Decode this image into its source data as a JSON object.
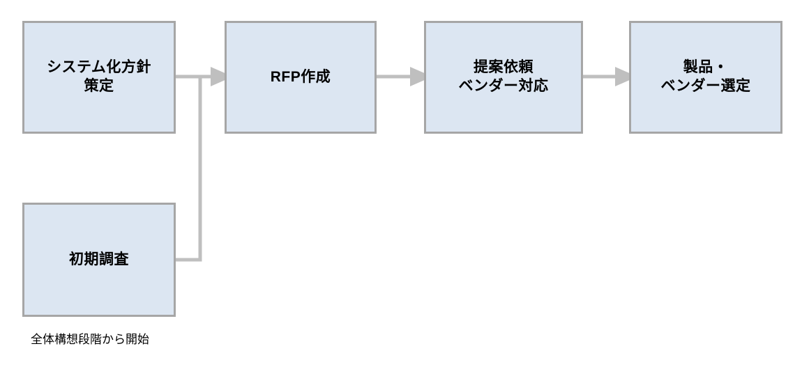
{
  "diagram": {
    "type": "flowchart",
    "title": "",
    "colors": {
      "node_fill": "#dce6f2",
      "node_border": "#a6a6a6",
      "connector": "#bfbfbf",
      "text": "#000000",
      "background": "#ffffff"
    },
    "nodes": [
      {
        "id": "policy",
        "label": "システム化方針\n策定",
        "lines": [
          "システム化方針",
          "策定"
        ]
      },
      {
        "id": "rfp",
        "label": "RFP作成",
        "lines": [
          "RFP作成"
        ]
      },
      {
        "id": "proposal",
        "label": "提案依頼\nベンダー対応",
        "lines": [
          "提案依頼",
          "ベンダー対応"
        ]
      },
      {
        "id": "selection",
        "label": "製品・\nベンダー選定",
        "lines": [
          "製品・",
          "ベンダー選定"
        ]
      },
      {
        "id": "initial",
        "label": "初期調査",
        "lines": [
          "初期調査"
        ]
      }
    ],
    "edges": [
      {
        "id": "policy-to-rfp",
        "from": "policy",
        "to": "rfp",
        "style": "arrow"
      },
      {
        "id": "initial-to-rfp",
        "from": "initial",
        "to": "rfp",
        "style": "elbow-arrow"
      },
      {
        "id": "rfp-to-proposal",
        "from": "rfp",
        "to": "proposal",
        "style": "arrow"
      },
      {
        "id": "proposal-to-selection",
        "from": "proposal",
        "to": "selection",
        "style": "arrow"
      }
    ],
    "annotations": [
      {
        "id": "start-note",
        "text": "全体構想段階から開始",
        "attached_to": "initial"
      }
    ]
  }
}
